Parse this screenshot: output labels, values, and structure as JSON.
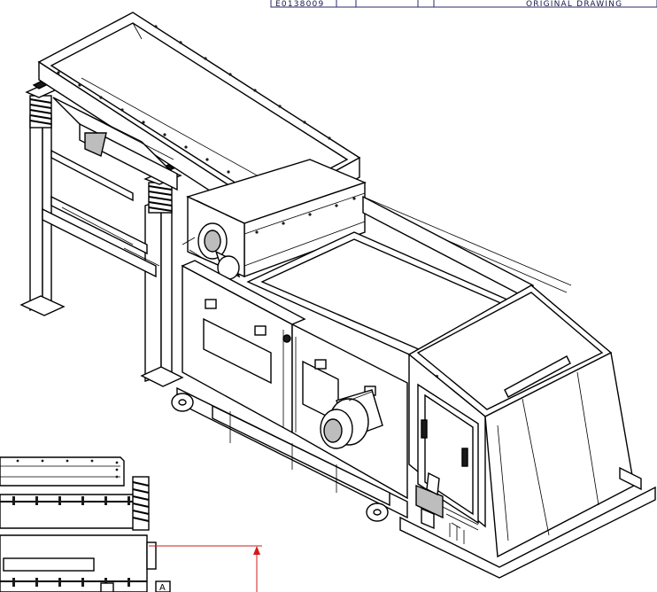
{
  "title_block": {
    "drawing_number": "E0138009",
    "description": "ORIGINAL DRAWING"
  },
  "detail_view": {
    "section_marker": "A"
  },
  "colors": {
    "line": "#000000",
    "dimension": "#d11a1a",
    "title_block_text": "#16164a"
  }
}
